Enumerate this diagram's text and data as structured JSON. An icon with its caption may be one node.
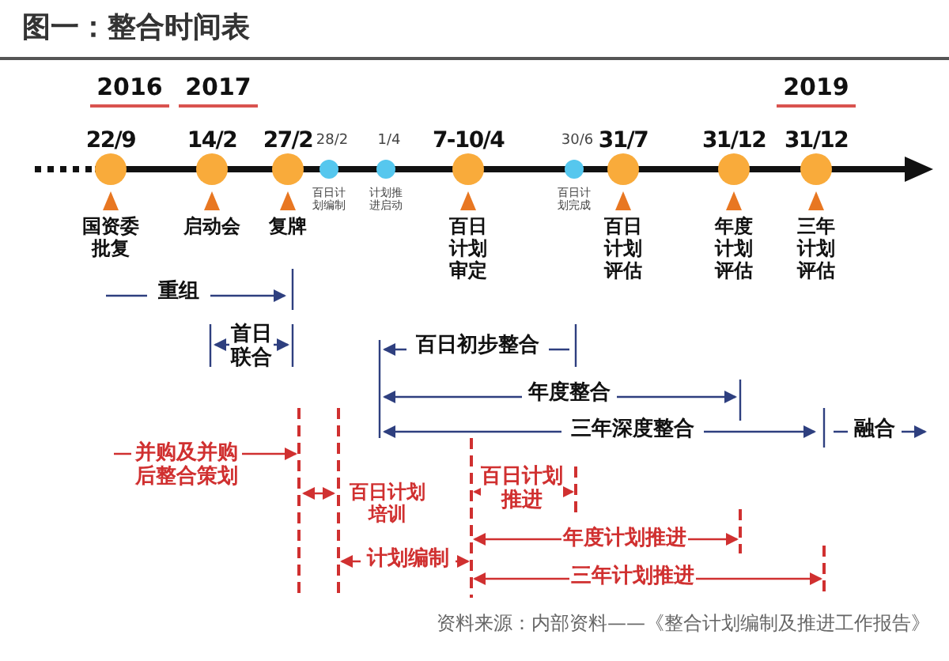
{
  "diagram": {
    "title": "图一：整合时间表",
    "caption": "资料来源：内部资料——《整合计划编制及推进工作报告》",
    "nodes": [
      {
        "text": [
          "22/9",
          "国资委批复"
        ]
      },
      {
        "text": [
          "14/2",
          "启动会"
        ]
      },
      {
        "text": [
          "27/2",
          "复牌"
        ]
      },
      {
        "text": [
          "28/2",
          "百日计划编制"
        ]
      },
      {
        "text": [
          "1/4",
          "计划推进启动"
        ]
      },
      {
        "text": [
          "7-10/4",
          "百日计划审定"
        ]
      },
      {
        "text": [
          "30/6",
          "百日计划完成"
        ]
      },
      {
        "text": [
          "31/7",
          "百日计划评估"
        ]
      },
      {
        "text": [
          "31/12",
          "年度计划评估"
        ]
      },
      {
        "text": [
          "31/12",
          "三年计划评估"
        ]
      }
    ],
    "labels": [
      "2016",
      "2017",
      "2019",
      "重组",
      "首日联合",
      "百日初步整合",
      "年度整合",
      "三年深度整合",
      "融合",
      "并购及并购后整合策划",
      "百日计划培训",
      "计划编制",
      "百日计划推进",
      "年度计划推进",
      "三年计划推进"
    ]
  }
}
